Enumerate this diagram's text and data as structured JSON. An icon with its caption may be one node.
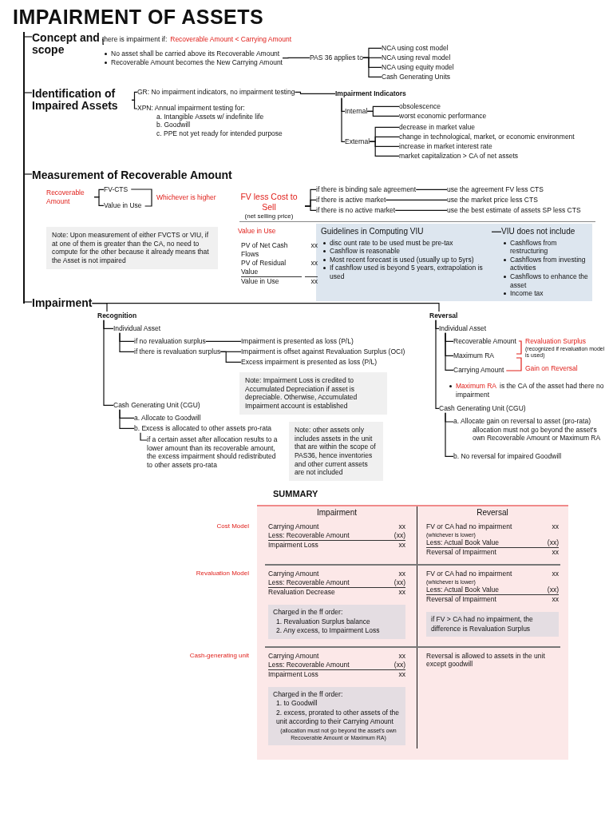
{
  "diagram": {
    "title": "IMPAIRMENT OF ASSETS",
    "nodes": [
      {
        "text": [
          "Concept and scope"
        ]
      },
      {
        "text": [
          "there is impairment if:",
          "Recoverable Amount < Carrying Amount"
        ]
      },
      {
        "text": [
          "No asset shall be carried above its Recoverable Amount",
          "Recoverable Amount becomes the New Carrying Amount"
        ]
      },
      {
        "text": [
          "PAS 36 applies to"
        ]
      },
      {
        "text": [
          "NCA using cost model"
        ]
      },
      {
        "text": [
          "NCA using reval model"
        ]
      },
      {
        "text": [
          "NCA using equity model"
        ]
      },
      {
        "text": [
          "Cash Generating Units"
        ]
      },
      {
        "text": [
          "Identification of Impaired Assets"
        ]
      },
      {
        "text": [
          "GR: No impairment indicators, no impairment testing"
        ]
      },
      {
        "text": [
          "XPN: Annual impairment testing for:",
          "a. Intangible Assets w/ indefinite life",
          "b. Goodwill",
          "c. PPE not yet ready for intended purpose"
        ]
      },
      {
        "text": [
          "Impairment Indicators"
        ]
      },
      {
        "text": [
          "Internal"
        ]
      },
      {
        "text": [
          "obsolescence"
        ]
      },
      {
        "text": [
          "worst economic performance"
        ]
      },
      {
        "text": [
          "External"
        ]
      },
      {
        "text": [
          "decrease in market value"
        ]
      },
      {
        "text": [
          "change in technological, market, or economic environment"
        ]
      },
      {
        "text": [
          "increase in market interest rate"
        ]
      },
      {
        "text": [
          "market capitalization > CA of net assets"
        ]
      },
      {
        "text": [
          "Measurement of Recoverable Amount"
        ]
      },
      {
        "text": [
          "Recoverable Amount"
        ]
      },
      {
        "text": [
          "FV-CTS"
        ]
      },
      {
        "text": [
          "Value in Use"
        ]
      },
      {
        "text": [
          "Note: Upon measurement of either FVCTS or VIU, if at one of them is greater than the CA, no need to compute for the other because it already means that the Asset is not impaired"
        ]
      },
      {
        "text": [
          "FV less Cost to Sell",
          "(net selling price)"
        ]
      },
      {
        "text": [
          "if there is binding sale agreement"
        ]
      },
      {
        "text": [
          "if there is active market"
        ]
      },
      {
        "text": [
          "if there is no active market"
        ]
      },
      {
        "text": [
          "use the agreement FV less CTS"
        ]
      },
      {
        "text": [
          "use the market price less CTS"
        ]
      },
      {
        "text": [
          "use the best estimate of assets SP less CTS"
        ]
      },
      {
        "text": [
          "Value in Use"
        ]
      },
      {
        "text": [
          "Guidelines in Computing VIU",
          "disc ount rate to be used must be pre-tax",
          "Cashflow is reasonable",
          "Most recent forecast is used (usually up to 5yrs)",
          "If cashflow used is beyond 5 years, extrapolation is used"
        ]
      },
      {
        "text": [
          "VIU does not include",
          "Cashflows from restructuring",
          "Cashflows from investing activities",
          "Cashflows to enhance the asset",
          "Income tax"
        ]
      },
      {
        "text": [
          "Impairment"
        ]
      },
      {
        "text": [
          "Recognition"
        ]
      },
      {
        "text": [
          "Reversal"
        ]
      },
      {
        "text": [
          "Individual Asset"
        ]
      },
      {
        "text": [
          "if no revaluation surplus"
        ]
      },
      {
        "text": [
          "if there is revaluation surplus"
        ]
      },
      {
        "text": [
          "Impairment is presented as loss (P/L)"
        ]
      },
      {
        "text": [
          "Impairment is offset against Revaluation Surplus (OCI)"
        ]
      },
      {
        "text": [
          "Excess impairment is presented as loss (P/L)"
        ]
      },
      {
        "text": [
          "Note: Impairment Loss is credited to Accumulated Depreciation if asset is depreciable. Otherwise, Accumulated Impairment account is established"
        ]
      },
      {
        "text": [
          "Cash Generating Unit (CGU)"
        ]
      },
      {
        "text": [
          "a. Allocate to Goodwill"
        ]
      },
      {
        "text": [
          "b. Excess is allocated to other assets pro-rata"
        ]
      },
      {
        "text": [
          "if a certain asset after allocation results to a lower amount than its recoverable amount, the excess impairment should redistributed to other assets pro-rata"
        ]
      },
      {
        "text": [
          "Note: other assets only includes assets in the unit that are within the scope of PAS36, hence inventories and other current assets are not included"
        ]
      },
      {
        "text": [
          "Individual Asset"
        ]
      },
      {
        "text": [
          "Recoverable Amount"
        ]
      },
      {
        "text": [
          "Maximum RA"
        ]
      },
      {
        "text": [
          "Carrying Amount"
        ]
      },
      {
        "text": [
          "Maximum RA",
          "is the CA of the asset had there no impairment"
        ]
      },
      {
        "text": [
          "Cash Generating Unit (CGU)"
        ]
      },
      {
        "text": [
          "a. Allocate gain on reversal to asset (pro-rata)",
          "allocation must not go beyond the asset's own Recoverable Amount or Maximum RA"
        ]
      },
      {
        "text": [
          "b. No reversal for impaired Goodwill"
        ]
      },
      {
        "text": [],
        "shape": "bar"
      }
    ],
    "edges": [
      {
        "from": 0,
        "to": 1,
        "arrow": "none"
      },
      {
        "from": 2,
        "to": 3,
        "arrow": "none"
      },
      {
        "from": 3,
        "to": 4,
        "arrow": "none"
      },
      {
        "from": 3,
        "to": 5,
        "arrow": "none"
      },
      {
        "from": 3,
        "to": 6,
        "arrow": "none"
      },
      {
        "from": 3,
        "to": 7,
        "arrow": "none"
      },
      {
        "from": 8,
        "to": 9,
        "arrow": "none"
      },
      {
        "from": 8,
        "to": 10,
        "arrow": "none"
      },
      {
        "from": 9,
        "to": 11,
        "arrow": "none"
      },
      {
        "from": 11,
        "to": 12,
        "arrow": "none"
      },
      {
        "from": 11,
        "to": 15,
        "arrow": "none"
      },
      {
        "from": 12,
        "to": 13,
        "arrow": "none"
      },
      {
        "from": 12,
        "to": 14,
        "arrow": "none"
      },
      {
        "from": 15,
        "to": 16,
        "arrow": "none"
      },
      {
        "from": 15,
        "to": 17,
        "arrow": "none"
      },
      {
        "from": 15,
        "to": 18,
        "arrow": "none"
      },
      {
        "from": 15,
        "to": 19,
        "arrow": "none"
      },
      {
        "from": 21,
        "to": 22,
        "arrow": "none"
      },
      {
        "from": 21,
        "to": 23,
        "arrow": "none"
      },
      {
        "from": 25,
        "to": 26,
        "arrow": "none"
      },
      {
        "from": 25,
        "to": 27,
        "arrow": "none"
      },
      {
        "from": 25,
        "to": 28,
        "arrow": "none"
      },
      {
        "from": 26,
        "to": 29,
        "arrow": "none"
      },
      {
        "from": 27,
        "to": 30,
        "arrow": "none"
      },
      {
        "from": 28,
        "to": 31,
        "arrow": "none"
      },
      {
        "from": 33,
        "to": 34,
        "arrow": "none"
      },
      {
        "from": 35,
        "to": 36,
        "arrow": "none"
      },
      {
        "from": 35,
        "to": 37,
        "arrow": "none"
      },
      {
        "from": 36,
        "to": 38,
        "arrow": "none"
      },
      {
        "from": 36,
        "to": 45,
        "arrow": "none"
      },
      {
        "from": 38,
        "to": 39,
        "arrow": "none"
      },
      {
        "from": 38,
        "to": 40,
        "arrow": "none"
      },
      {
        "from": 39,
        "to": 41,
        "arrow": "none"
      },
      {
        "from": 40,
        "to": 42,
        "arrow": "none"
      },
      {
        "from": 40,
        "to": 43,
        "arrow": "none"
      },
      {
        "from": 45,
        "to": 46,
        "arrow": "none"
      },
      {
        "from": 45,
        "to": 47,
        "arrow": "none"
      },
      {
        "from": 47,
        "to": 48,
        "arrow": "none"
      },
      {
        "from": 37,
        "to": 50,
        "arrow": "none"
      },
      {
        "from": 37,
        "to": 55,
        "arrow": "none"
      },
      {
        "from": 50,
        "to": 51,
        "arrow": "none"
      },
      {
        "from": 50,
        "to": 52,
        "arrow": "none"
      },
      {
        "from": 50,
        "to": 53,
        "arrow": "none"
      },
      {
        "from": 55,
        "to": 56,
        "arrow": "none"
      },
      {
        "from": 55,
        "to": 57,
        "arrow": "none"
      },
      {
        "from": 58,
        "to": 0,
        "arrow": "none"
      },
      {
        "from": 58,
        "to": 8,
        "arrow": "none"
      },
      {
        "from": 58,
        "to": 20,
        "arrow": "none"
      },
      {
        "from": 58,
        "to": 35,
        "arrow": "none"
      }
    ],
    "labels": [
      "Whichever is higher",
      "PV of Net Cash Flows",
      "xx",
      "PV of Residual Value",
      "xx",
      "Value in Use",
      "xx",
      "Revaluation Surplus",
      "(recognized if revaluation model is used)",
      "Gain on Reversal",
      "SUMMARY",
      "Impairment",
      "Reversal",
      "Cost Model",
      "Carrying Amount",
      "xx",
      "Less: Recoverable Amount",
      "(xx)",
      "Impairment Loss",
      "xx",
      "FV or CA had no impairment",
      "xx",
      "(whichever is lower)",
      "Less: Actual Book Value",
      "(xx)",
      "Reversal of Impairment",
      "xx",
      "Revaluation Model",
      "Carrying Amount",
      "xx",
      "Less: Recoverable Amount",
      "(xx)",
      "Revaluation Decrease",
      "xx",
      "Charged in the ff order:",
      "1. Revaluation Surplus balance",
      "2. Any excess, to Impairment Loss",
      "FV or CA had no impairment",
      "xx",
      "(whichever is lower)",
      "Less: Actual Book Value",
      "(xx)",
      "Reversal of Impairment",
      "xx",
      "if FV > CA had no impairment, the difference is Revaluation Surplus",
      "Cash-generating unit",
      "Carrying Amount",
      "xx",
      "Less: Recoverable Amount",
      "(xx)",
      "Impairment Loss",
      "xx",
      "Charged in the ff order:",
      "1. to Goodwill",
      "2. excess, prorated to other assets of the unit according to their Carrying Amount",
      "(allocation must not go beyond the asset's own Recoverable Amount or Maximum RA)",
      "Reversal is allowed to assets in the unit except goodwill"
    ]
  }
}
